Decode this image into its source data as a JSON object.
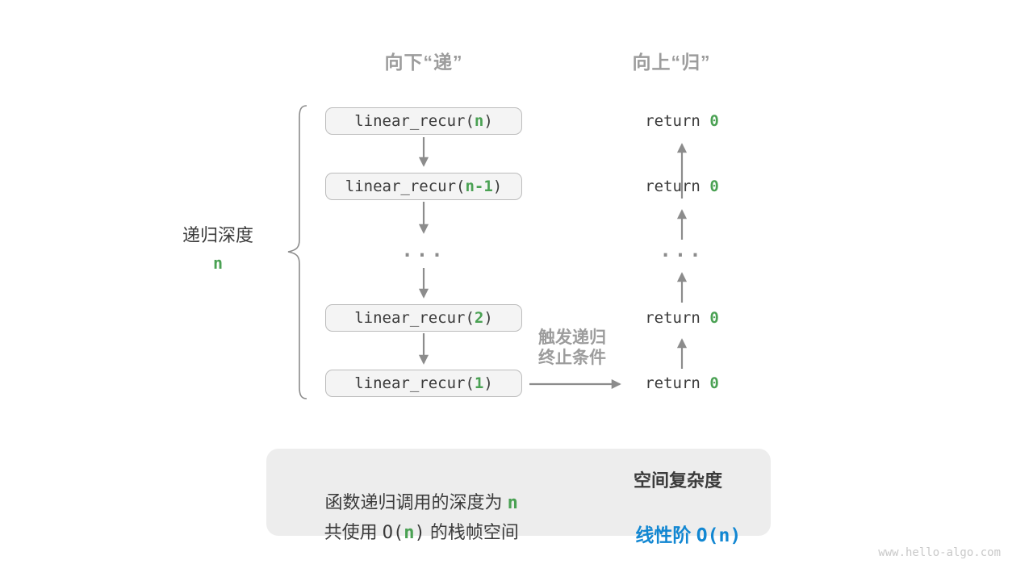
{
  "colors": {
    "green": "#4aa153",
    "blue": "#1287d2",
    "arrow_gray": "#8c8c8c",
    "header_gray": "#9c9c9c",
    "text_dark": "#3b3b3b",
    "call_box_fill": "#f4f4f4",
    "call_box_border": "#bcbcbc",
    "summary_fill": "#ededed",
    "block_arrow_gray": "#c6c6c6",
    "watermark_gray": "#c9c9c9"
  },
  "headers": {
    "descend": "向下“递”",
    "ascend": "向上“归”"
  },
  "depth": {
    "label": "递归深度",
    "value": "n"
  },
  "stack": {
    "rows": [
      {
        "pre": "linear_recur(",
        "arg": "n",
        "post": ")"
      },
      {
        "pre": "linear_recur(",
        "arg": "n-1",
        "post": ")"
      },
      {
        "pre": "linear_recur(",
        "arg": "2",
        "post": ")"
      },
      {
        "pre": "linear_recur(",
        "arg": "1",
        "post": ")"
      }
    ],
    "ellipsis": "..."
  },
  "returns": {
    "keyword": "return ",
    "value": "0",
    "ellipsis": "..."
  },
  "trigger": {
    "line1": "触发递归",
    "line2": "终止条件"
  },
  "summary": {
    "left_line1_text": "函数递归调用的深度为 ",
    "left_line1_value": "n",
    "left_line2_prefix": "共使用 ",
    "left_line2_open": "O(",
    "left_line2_value": "n",
    "left_line2_close": ")",
    "left_line2_suffix": " 的栈帧空间",
    "right_title": "空间复杂度",
    "right_label": "线性阶 ",
    "right_code": "O(n)"
  },
  "watermark": "www.hello-algo.com"
}
